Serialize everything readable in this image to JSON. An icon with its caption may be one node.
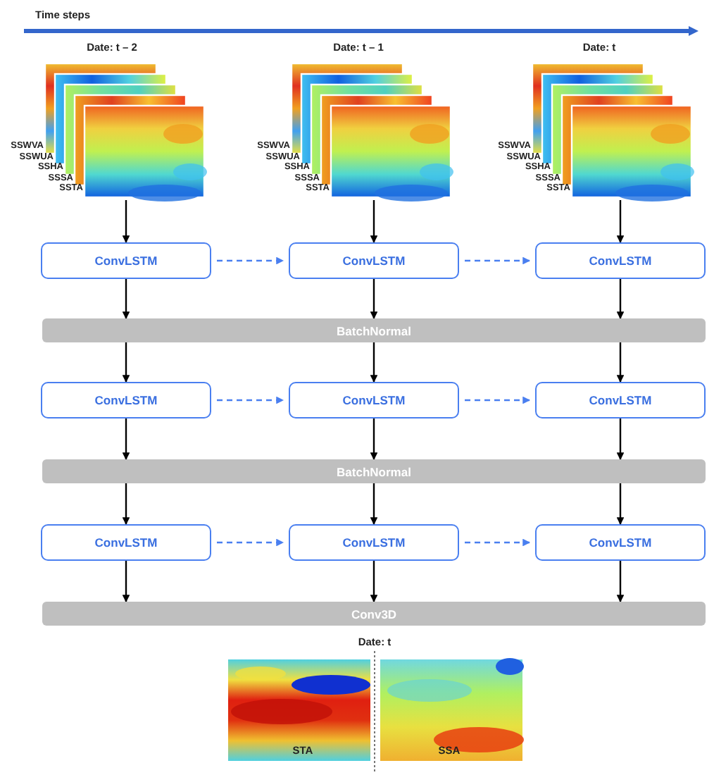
{
  "diagram": {
    "nodes": [
      {
        "text": [
          "Date: t – 2",
          "SSWVA",
          "SSWUA",
          "SSHA",
          "SSSA",
          "SSTA"
        ]
      },
      {
        "text": [
          "Date: t – 1",
          "SSWVA",
          "SSWUA",
          "SSHA",
          "SSSA",
          "SSTA"
        ]
      },
      {
        "text": [
          "Date: t",
          "SSWVA",
          "SSWUA",
          "SSHA",
          "SSSA",
          "SSTA"
        ]
      },
      {
        "text": [
          "ConvLSTM"
        ]
      },
      {
        "text": [
          "ConvLSTM"
        ]
      },
      {
        "text": [
          "ConvLSTM"
        ]
      },
      {
        "text": [
          "BatchNormal"
        ]
      },
      {
        "text": [
          "ConvLSTM"
        ]
      },
      {
        "text": [
          "ConvLSTM"
        ]
      },
      {
        "text": [
          "ConvLSTM"
        ]
      },
      {
        "text": [
          "BatchNormal"
        ]
      },
      {
        "text": [
          "ConvLSTM"
        ]
      },
      {
        "text": [
          "ConvLSTM"
        ]
      },
      {
        "text": [
          "ConvLSTM"
        ]
      },
      {
        "text": [
          "Conv3D"
        ]
      }
    ],
    "edges": [
      {
        "from": 0,
        "to": 3,
        "arrow": "to"
      },
      {
        "from": 1,
        "to": 4,
        "arrow": "to"
      },
      {
        "from": 2,
        "to": 5,
        "arrow": "to"
      },
      {
        "from": 3,
        "to": 4,
        "arrow": "to",
        "style": "dashed",
        "color": "#4a7ff0"
      },
      {
        "from": 4,
        "to": 5,
        "arrow": "to",
        "style": "dashed",
        "color": "#4a7ff0"
      },
      {
        "from": 3,
        "to": 6,
        "arrow": "to"
      },
      {
        "from": 4,
        "to": 6,
        "arrow": "to"
      },
      {
        "from": 5,
        "to": 6,
        "arrow": "to"
      },
      {
        "from": 6,
        "to": 7,
        "arrow": "to"
      },
      {
        "from": 6,
        "to": 8,
        "arrow": "to"
      },
      {
        "from": 6,
        "to": 9,
        "arrow": "to"
      },
      {
        "from": 7,
        "to": 8,
        "arrow": "to",
        "style": "dashed",
        "color": "#4a7ff0"
      },
      {
        "from": 8,
        "to": 9,
        "arrow": "to",
        "style": "dashed",
        "color": "#4a7ff0"
      },
      {
        "from": 7,
        "to": 10,
        "arrow": "to"
      },
      {
        "from": 8,
        "to": 10,
        "arrow": "to"
      },
      {
        "from": 9,
        "to": 10,
        "arrow": "to"
      },
      {
        "from": 10,
        "to": 11,
        "arrow": "to"
      },
      {
        "from": 10,
        "to": 12,
        "arrow": "to"
      },
      {
        "from": 10,
        "to": 13,
        "arrow": "to"
      },
      {
        "from": 11,
        "to": 12,
        "arrow": "to",
        "style": "dashed",
        "color": "#4a7ff0"
      },
      {
        "from": 12,
        "to": 13,
        "arrow": "to",
        "style": "dashed",
        "color": "#4a7ff0"
      },
      {
        "from": 11,
        "to": 14,
        "arrow": "to"
      },
      {
        "from": 12,
        "to": 14,
        "arrow": "to"
      },
      {
        "from": 13,
        "to": 14,
        "arrow": "to"
      }
    ],
    "labels": [
      "Time steps",
      "Date: t",
      "STA",
      "SSA"
    ]
  }
}
